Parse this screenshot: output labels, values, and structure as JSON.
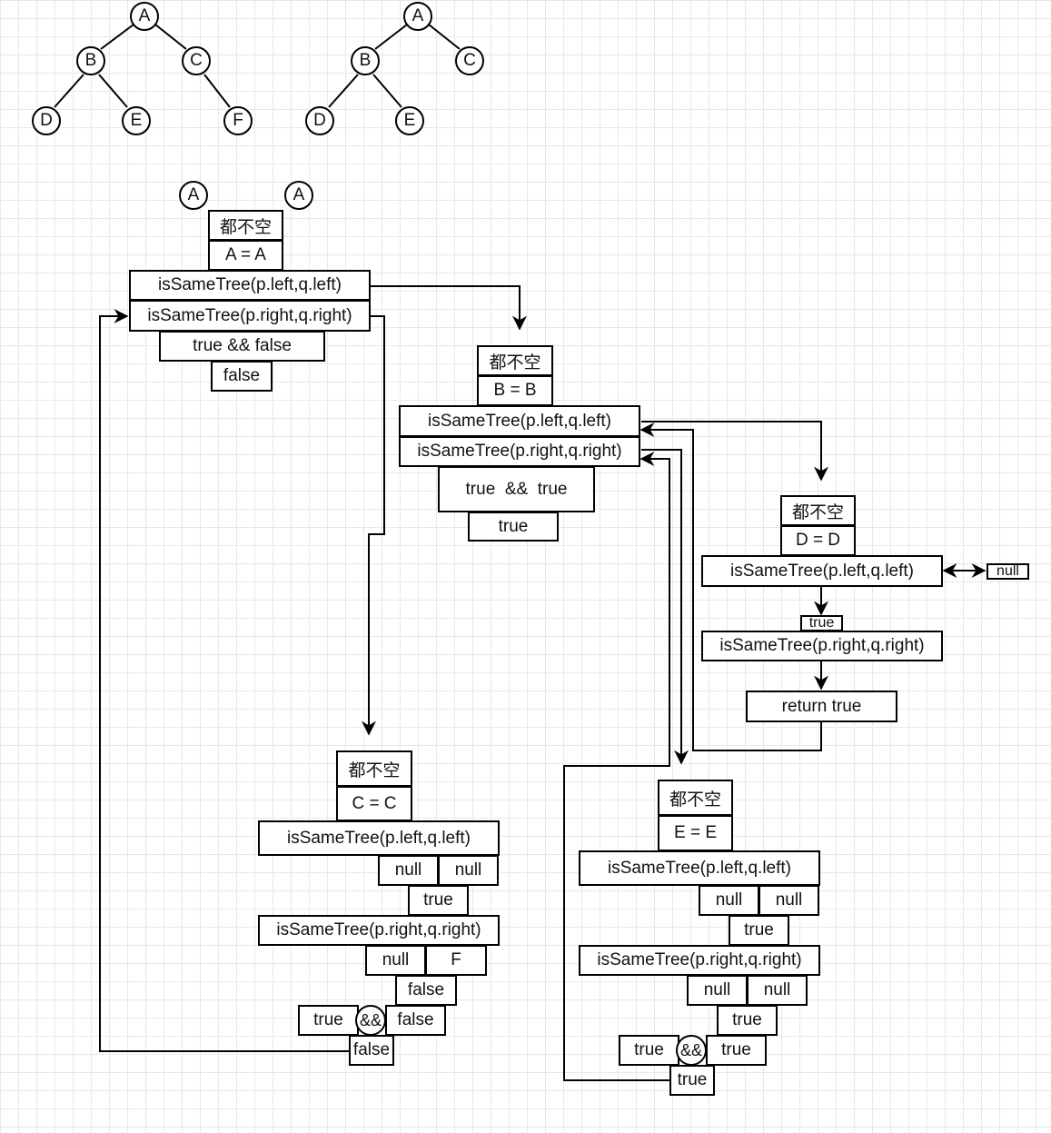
{
  "trees": {
    "p": {
      "root": "A",
      "root_left": "B",
      "root_right": "C",
      "left_left": "D",
      "left_right": "E",
      "right_right": "F"
    },
    "q": {
      "root": "A",
      "root_left": "B",
      "root_right": "C",
      "left_left": "D",
      "left_right": "E"
    }
  },
  "frame_a": {
    "node_p": "A",
    "node_q": "A",
    "not_null": "都不空",
    "equal": "A = A",
    "call_left": "isSameTree(p.left,q.left)",
    "call_right": "isSameTree(p.right,q.right)",
    "combine": "true && false",
    "result": "false"
  },
  "frame_b": {
    "not_null": "都不空",
    "equal": "B = B",
    "call_left": "isSameTree(p.left,q.left)",
    "call_right": "isSameTree(p.right,q.right)",
    "combine": "true  &&  true",
    "result": "true"
  },
  "frame_d": {
    "not_null": "都不空",
    "equal": "D = D",
    "call_left": "isSameTree(p.left,q.left)",
    "null_label": "null",
    "left_result": "true",
    "call_right": "isSameTree(p.right,q.right)",
    "return": "return true"
  },
  "frame_c": {
    "not_null": "都不空",
    "equal": "C = C",
    "call_left": "isSameTree(p.left,q.left)",
    "left_p": "null",
    "left_q": "null",
    "left_result": "true",
    "call_right": "isSameTree(p.right,q.right)",
    "right_p": "null",
    "right_q": "F",
    "right_result": "false",
    "combine_left": "true",
    "combine_op": "&&",
    "combine_right": "false",
    "result": "false"
  },
  "frame_e": {
    "not_null": "都不空",
    "equal": "E = E",
    "call_left": "isSameTree(p.left,q.left)",
    "left_p": "null",
    "left_q": "null",
    "left_result": "true",
    "call_right": "isSameTree(p.right,q.right)",
    "right_p": "null",
    "right_q": "null",
    "right_result": "true",
    "combine_left": "true",
    "combine_op": "&&",
    "combine_right": "true",
    "result": "true"
  }
}
